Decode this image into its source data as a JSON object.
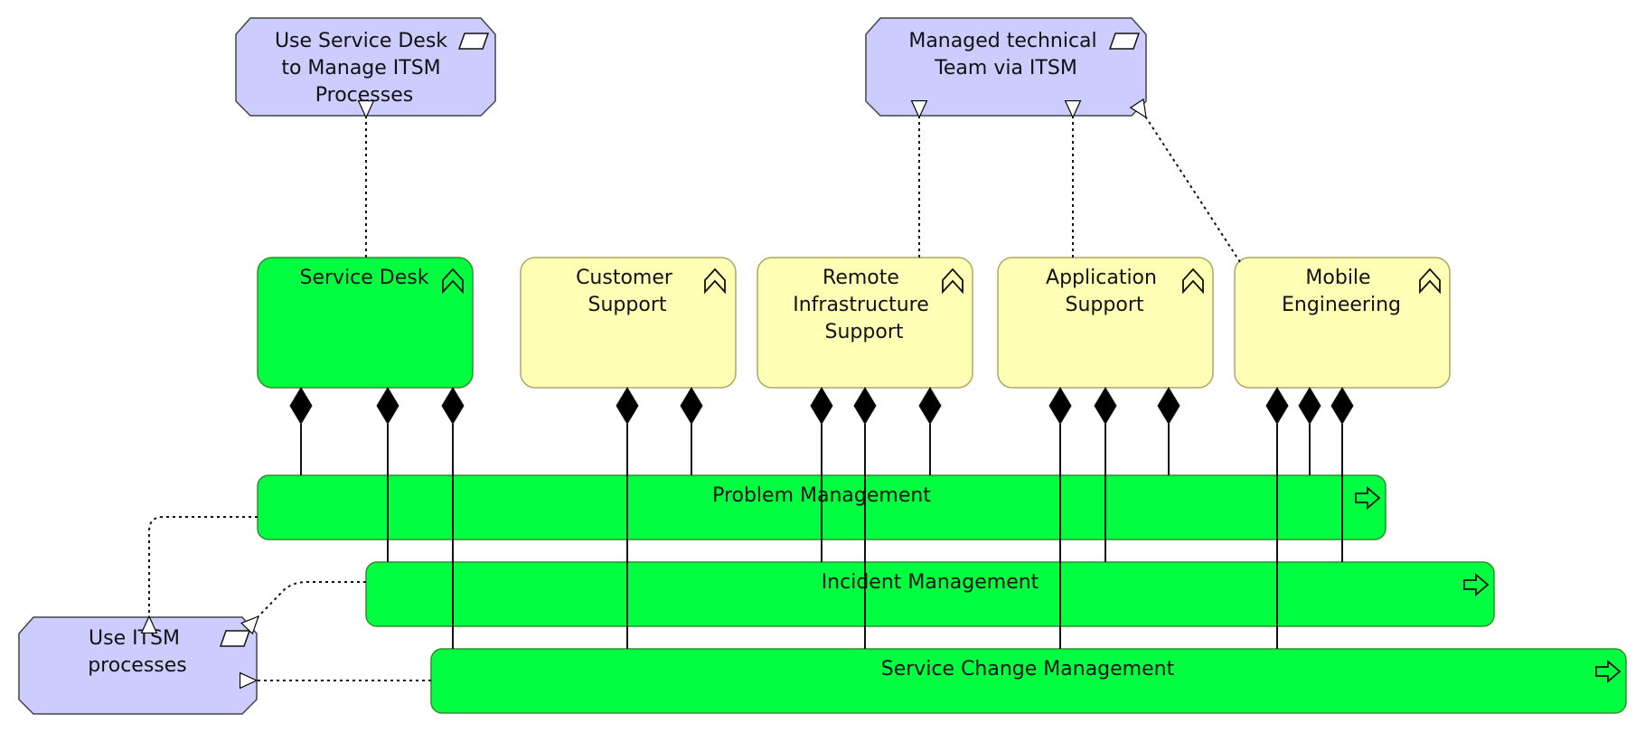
{
  "diagram": {
    "goals": {
      "service_desk_goal": {
        "lines": [
          "Use Service Desk",
          "to Manage ITSM",
          "Processes"
        ]
      },
      "managed_team_goal": {
        "lines": [
          "Managed technical",
          "Team via ITSM"
        ]
      },
      "use_itsm_goal": {
        "lines": [
          "Use ITSM",
          "processes"
        ]
      }
    },
    "roles": {
      "service_desk": {
        "lines": [
          "Service Desk"
        ]
      },
      "customer_support": {
        "lines": [
          "Customer",
          "Support"
        ]
      },
      "remote_infra": {
        "lines": [
          "Remote",
          "Infrastructure",
          "Support"
        ]
      },
      "application_support": {
        "lines": [
          "Application",
          "Support"
        ]
      },
      "mobile_engineering": {
        "lines": [
          "Mobile",
          "Engineering"
        ]
      }
    },
    "processes": {
      "problem_management": {
        "label": "Problem Management"
      },
      "incident_management": {
        "label": "Incident Management"
      },
      "service_change_management": {
        "label": "Service Change Management"
      }
    },
    "colors": {
      "goal_fill": "#ccccff",
      "role_fill": "#ffffb5",
      "process_fill": "#00ff41",
      "service_desk_fill": "#00ff41",
      "stroke": "#444444"
    }
  }
}
